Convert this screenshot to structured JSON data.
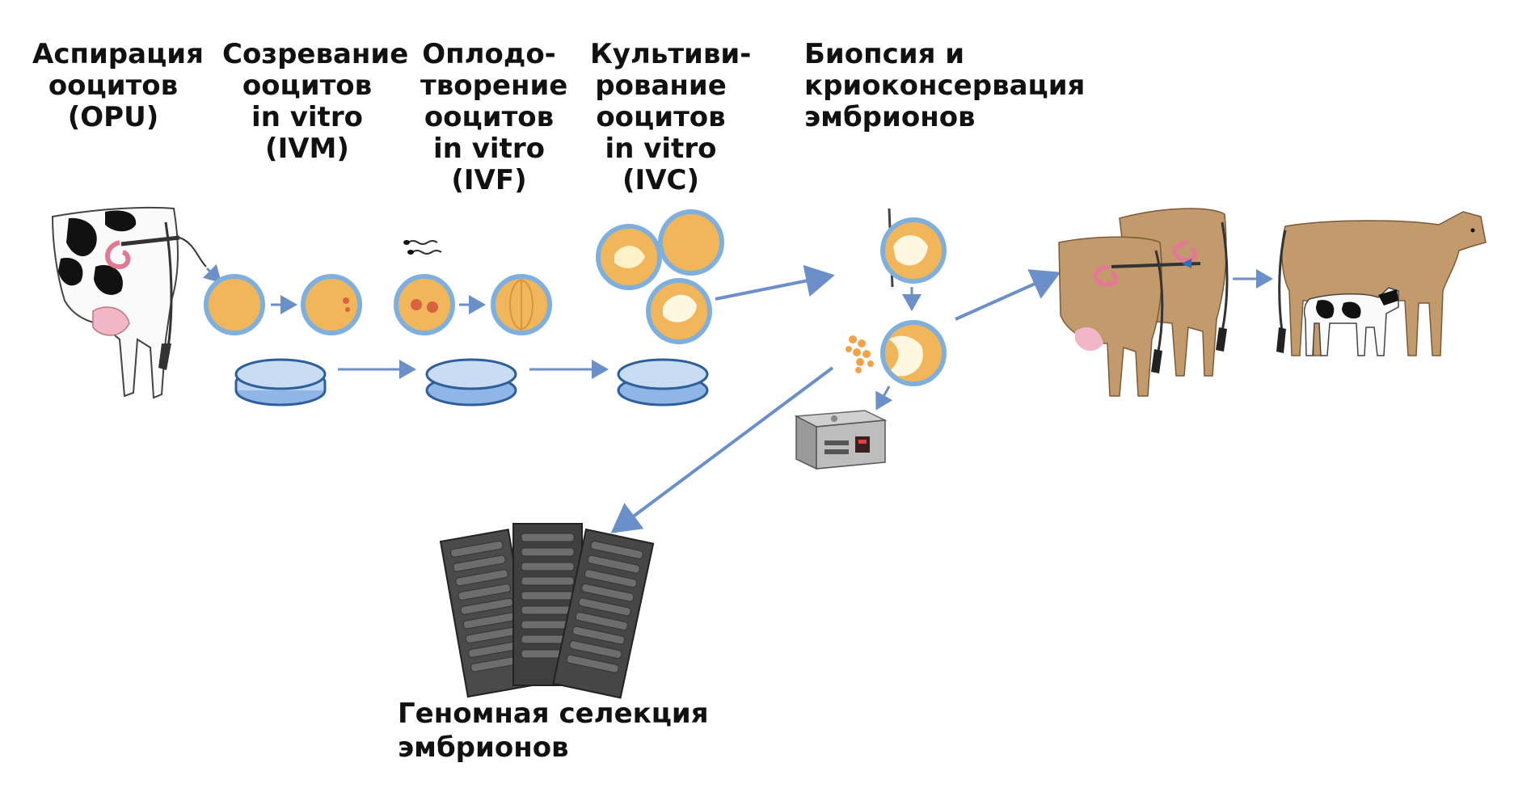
{
  "steps": {
    "opu": {
      "lines": [
        "Аспирация",
        "ооцитов",
        "(OPU)"
      ]
    },
    "ivm": {
      "lines": [
        "Созревание",
        "ооцитов",
        "in vitro",
        "(IVM)"
      ]
    },
    "ivf": {
      "lines": [
        "Оплодо-",
        "творение",
        "ооцитов",
        "in vitro",
        "(IVF)"
      ]
    },
    "ivc": {
      "lines": [
        "Культиви-",
        "рование",
        "ооцитов",
        "in vitro",
        "(IVC)"
      ]
    },
    "biopsy": {
      "lines": [
        "Биопсия и",
        "криоконсервация",
        "эмбрионов"
      ]
    },
    "genomic": {
      "lines": [
        "Геномная селекция",
        "эмбрионов"
      ]
    }
  },
  "colors": {
    "arrow": "#6b8fc8",
    "oocyte_fill": "#f2b65a",
    "oocyte_ring": "#7fb0dd",
    "dish_fill": "#8fb6e6",
    "dish_edge": "#2f5f9a",
    "cow_brown": "#c39a6b",
    "udder_pink": "#f1b7c9",
    "chip_dark": "#4a4a4a"
  },
  "icons": [
    "cow-icon",
    "oocyte-icon",
    "petri-dish-icon",
    "sperm-icon",
    "blastocyst-icon",
    "biopsy-needle-icon",
    "freezer-icon",
    "brown-cow-icon",
    "calf-icon",
    "genotyping-chip-icon"
  ]
}
